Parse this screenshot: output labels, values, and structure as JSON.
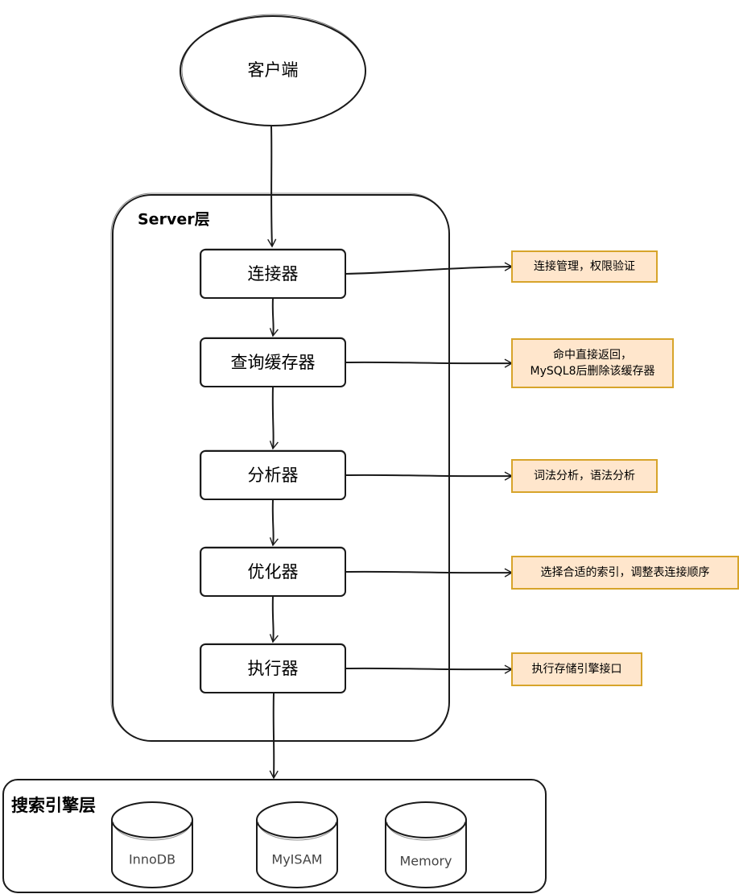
{
  "client": {
    "label": "客户端"
  },
  "server_layer": {
    "title": "Server层",
    "components": [
      {
        "label": "连接器",
        "note": [
          "连接管理，权限验证"
        ]
      },
      {
        "label": "查询缓存器",
        "note": [
          "命中直接返回，",
          "MySQL8后删除该缓存器"
        ]
      },
      {
        "label": "分析器",
        "note": [
          "词法分析，语法分析"
        ]
      },
      {
        "label": "优化器",
        "note": [
          "选择合适的索引，调整表连接顺序"
        ]
      },
      {
        "label": "执行器",
        "note": [
          "执行存储引擎接口"
        ]
      }
    ]
  },
  "engine_layer": {
    "title": "搜索引擎层",
    "engines": [
      "InnoDB",
      "MyISAM",
      "Memory"
    ]
  },
  "colors": {
    "stroke": "#1a1a1a",
    "note_fill": "#ffe6cc",
    "note_border": "#d7a42a",
    "background": "#ffffff"
  }
}
